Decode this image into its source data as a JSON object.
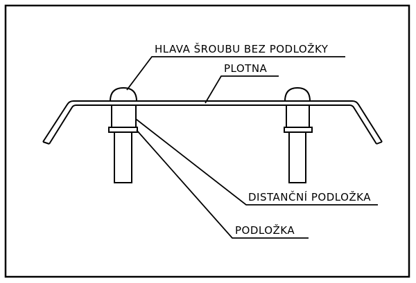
{
  "labels": {
    "bolt_head": "HLAVA ŠROUBU BEZ PODLOŽKY",
    "plate": "PLOTNA",
    "spacer": "DISTANČNÍ PODLOŽKA",
    "washer": "PODLOŽKA"
  },
  "colors": {
    "line": "#000000",
    "background": "#ffffff"
  }
}
